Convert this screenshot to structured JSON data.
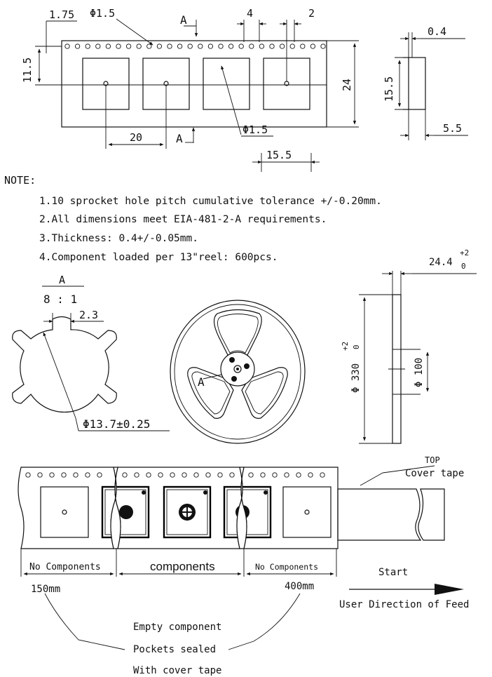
{
  "tape_top": {
    "dim_1_75": "1.75",
    "dim_hole": "Φ1.5",
    "section_mark": "A",
    "dim_pitch_4": "4",
    "dim_2": "2",
    "dim_11_5": "11.5",
    "dim_24": "24",
    "dim_20": "20",
    "section_mark_bottom": "A",
    "dim_pocket_hole": "Φ1.5",
    "dim_pocket_width": "15.5"
  },
  "tape_side": {
    "dim_0_4": "0.4",
    "dim_15_5": "15.5",
    "dim_5_5": "5.5"
  },
  "notes": {
    "heading": "NOTE:",
    "items": [
      "1.10 sprocket hole pitch cumulative tolerance +/-0.20mm.",
      "2.All dimensions meet EIA-481-2-A requirements.",
      "3.Thickness: 0.4+/-0.05mm.",
      "4.Component loaded per 13\"reel: 600pcs."
    ]
  },
  "detail_a": {
    "label": "A",
    "scale": "8 : 1",
    "dim_slot": "2.3",
    "dim_hub": "Φ13.7±0.25"
  },
  "reel_front": {
    "section_mark": "A"
  },
  "reel_side": {
    "width_main": "24.4",
    "width_tol_upper": "+2",
    "width_tol_lower": "0",
    "diameter_main": "Φ 330",
    "diameter_tol_upper": "+2",
    "diameter_tol_lower": "0",
    "hub_diameter": "Φ 100"
  },
  "feed": {
    "top_label": "TOP",
    "cover_tape_label": "Cover tape",
    "no_components_left": "No Components",
    "components": "components",
    "no_components_right": "No Components",
    "len_left": "150mm",
    "len_right": "400mm",
    "start": "Start",
    "direction": "User Direction of Feed",
    "note_line1": "Empty component",
    "note_line2": "Pockets sealed",
    "note_line3": "With cover tape"
  }
}
